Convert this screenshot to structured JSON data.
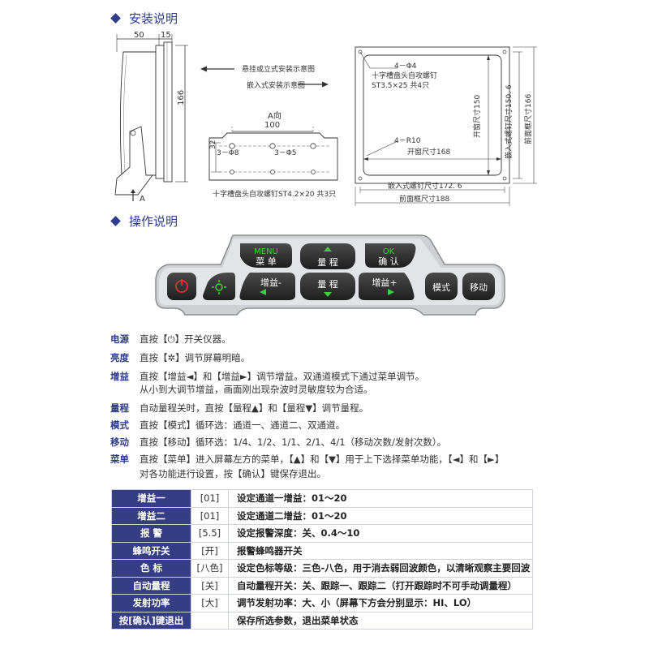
{
  "install": {
    "title": "安装说明",
    "side": {
      "d50": "50",
      "d15": "15",
      "d166": "166",
      "a": "A"
    },
    "arrows": {
      "hang": "悬挂或立式安装示意图",
      "embed": "嵌入式安装示意图"
    },
    "bracket": {
      "view": "A向",
      "d100": "100",
      "d32": "32",
      "h8": "3－Φ8",
      "h5": "3－Φ5",
      "note": "十字槽盘头自攻螺钉ST4.2×20  共3只"
    },
    "front": {
      "screw1": "4－Φ4",
      "screw2": "十字槽盘头自攻螺钉",
      "screw3": "ST3.5×25  共4只",
      "r10": "4－R10",
      "open168": "开窗尺寸168",
      "open150": "开窗尺寸150",
      "embed172": "嵌入式螺钉尺寸172. 6",
      "embed150": "嵌入式螺钉尺寸150. 6",
      "frame188": "前面框尺寸188",
      "frame166": "前面框尺寸166"
    }
  },
  "operation": {
    "title": "操作说明",
    "keys": {
      "menu_en": "MENU",
      "menu_cn": "菜 单",
      "range": "量 程",
      "ok_en": "OK",
      "ok_cn": "确 认",
      "gain_minus": "增益-",
      "gain_plus": "增益+",
      "mode": "模式",
      "move": "移动"
    },
    "rows": [
      {
        "label": "电源",
        "text": "直按【⏻】开关仪器。"
      },
      {
        "label": "亮度",
        "text": "直按【✲】调节屏幕明暗。"
      },
      {
        "label": "增益",
        "text": "直按【增益◄】和【增益►】调节增益。双通道模式下通过菜单调节。"
      },
      {
        "label": "",
        "text": "从小到大调节增益，画面刚出现杂波时灵敏度较为合适。"
      },
      {
        "label": "量程",
        "text": "自动量程关时，直按【量程▲】和【量程▼】调节量程。"
      },
      {
        "label": "模式",
        "text": "直按【模式】循环选：通道一、通道二、双通道。"
      },
      {
        "label": "移动",
        "text": "直按【移动】循环选：1/4、1/2、1/1、2/1、4/1（移动次数/发射次数）。"
      },
      {
        "label": "菜单",
        "text": "直按【菜单】进入屏幕左方的菜单，【▲】和【▼】用于上下选择菜单功能，【◄】和【►】"
      },
      {
        "label": "",
        "text": "对各功能进行设置，按【确认】键保存退出。"
      }
    ]
  },
  "table": [
    {
      "name": "增益一",
      "value": "[01]",
      "desc": "设定通道一增益：01～20"
    },
    {
      "name": "增益二",
      "value": "[01]",
      "desc": "设定通道二增益：01～20"
    },
    {
      "name": "报  警",
      "value": "[5.5]",
      "desc": "设定报警深度：关、0.4～10"
    },
    {
      "name": "蜂鸣开关",
      "value": "[开]",
      "desc": "报警蜂鸣器开关"
    },
    {
      "name": "色  标",
      "value": "[八色]",
      "desc": "设定色标等级：三色-八色，用于消去弱回波颜色，以清晰观察主要回波"
    },
    {
      "name": "自动量程",
      "value": "[关]",
      "desc": "自动量程开关：关、跟踪一、跟踪二（打开跟踪时不可手动调量程）"
    },
    {
      "name": "发射功率",
      "value": "[大]",
      "desc": "调节发射功率：大、小（屏幕下方会分别显示：HI、LO）"
    },
    {
      "name": "按[确认]键退出",
      "value": "",
      "desc": "保存所选参数，退出菜单状态"
    }
  ],
  "colors": {
    "accent": "#2f3d8a",
    "table_header": "#353e85",
    "keypad": "#2a2a2a",
    "power": "#d62a2a",
    "green": "#3fcf3f"
  }
}
